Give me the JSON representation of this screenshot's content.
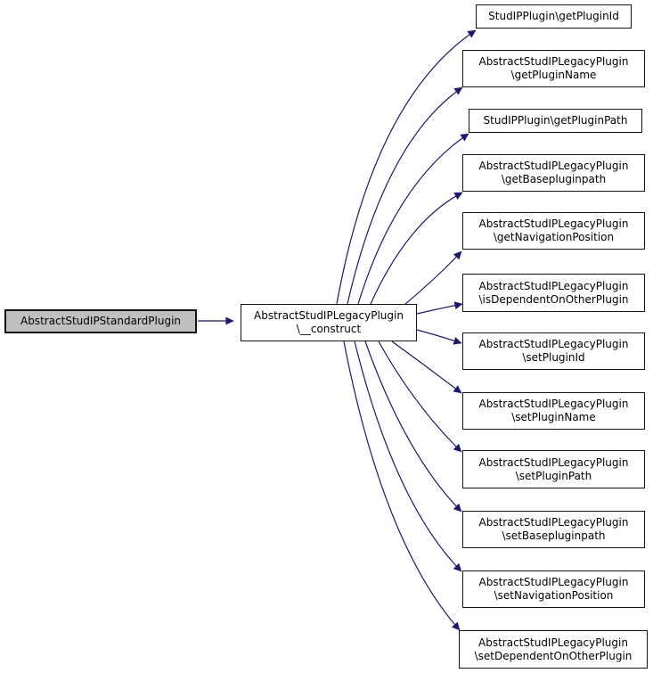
{
  "diagram": {
    "type": "doxygen-call-graph",
    "caller": {
      "label": "AbstractStudIPStandardPlugin"
    },
    "source": {
      "line1": "AbstractStudIPLegacyPlugin",
      "line2": "\\__construct"
    },
    "callees": [
      {
        "line1": "StudIPPlugin\\getPluginId",
        "line2": ""
      },
      {
        "line1": "AbstractStudIPLegacyPlugin",
        "line2": "\\getPluginName"
      },
      {
        "line1": "StudIPPlugin\\getPluginPath",
        "line2": ""
      },
      {
        "line1": "AbstractStudIPLegacyPlugin",
        "line2": "\\getBasepluginpath"
      },
      {
        "line1": "AbstractStudIPLegacyPlugin",
        "line2": "\\getNavigationPosition"
      },
      {
        "line1": "AbstractStudIPLegacyPlugin",
        "line2": "\\isDependentOnOtherPlugin"
      },
      {
        "line1": "AbstractStudIPLegacyPlugin",
        "line2": "\\setPluginId"
      },
      {
        "line1": "AbstractStudIPLegacyPlugin",
        "line2": "\\setPluginName"
      },
      {
        "line1": "AbstractStudIPLegacyPlugin",
        "line2": "\\setPluginPath"
      },
      {
        "line1": "AbstractStudIPLegacyPlugin",
        "line2": "\\setBasepluginpath"
      },
      {
        "line1": "AbstractStudIPLegacyPlugin",
        "line2": "\\setNavigationPosition"
      },
      {
        "line1": "AbstractStudIPLegacyPlugin",
        "line2": "\\setDependentOnOtherPlugin"
      }
    ],
    "colors": {
      "edge": "#191970",
      "caller_fill": "#c0c0c0",
      "node_fill": "#ffffff",
      "border": "#141414",
      "text": "#000000",
      "background": "#ffffff"
    }
  }
}
